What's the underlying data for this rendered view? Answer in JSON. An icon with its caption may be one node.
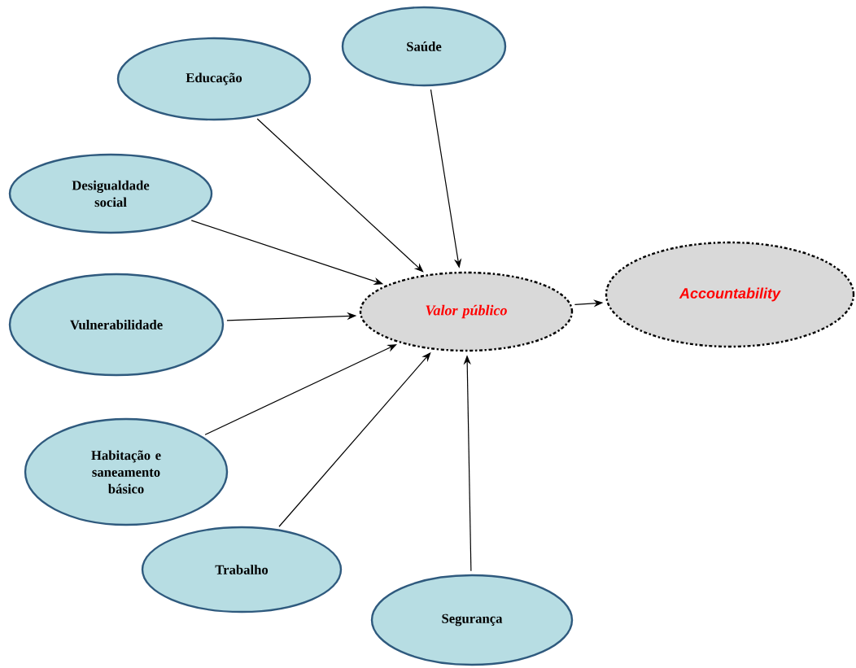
{
  "diagram": {
    "nodes": [
      {
        "text": [
          "Saúde"
        ]
      },
      {
        "text": [
          "Educação"
        ]
      },
      {
        "text": [
          "Desigualdade social"
        ]
      },
      {
        "text": [
          "Vulnerabilidade"
        ]
      },
      {
        "text": [
          "Valor público"
        ]
      },
      {
        "text": [
          "Accountability"
        ]
      },
      {
        "text": [
          "Habitação e saneamento básico"
        ]
      },
      {
        "text": [
          "Trabalho"
        ]
      },
      {
        "text": [
          "Segurança"
        ]
      }
    ],
    "edges": [
      {
        "from": 0,
        "to": 4,
        "arrow": "to"
      },
      {
        "from": 1,
        "to": 4,
        "arrow": "to"
      },
      {
        "from": 2,
        "to": 4,
        "arrow": "to"
      },
      {
        "from": 3,
        "to": 4,
        "arrow": "to"
      },
      {
        "from": 6,
        "to": 4,
        "arrow": "to"
      },
      {
        "from": 7,
        "to": 4,
        "arrow": "to"
      },
      {
        "from": 8,
        "to": 4,
        "arrow": "to"
      },
      {
        "from": 4,
        "to": 5,
        "arrow": "to"
      }
    ]
  }
}
